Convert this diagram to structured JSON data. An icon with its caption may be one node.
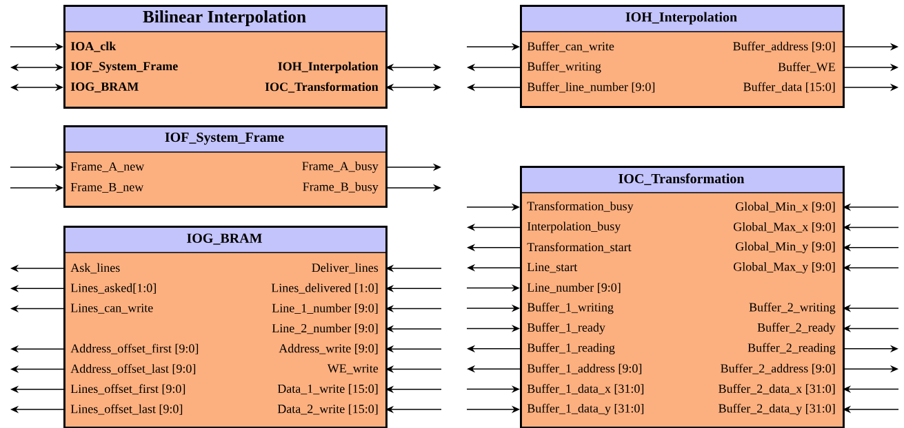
{
  "diagram": {
    "nodes": [
      {
        "text": [
          "Bilinear Interpolation"
        ]
      },
      {
        "text": [
          "IOA_clk"
        ],
        "in": 0
      },
      {
        "text": [
          "IOF_System_Frame"
        ],
        "in": 0
      },
      {
        "text": [
          "IOH_Interpolation"
        ],
        "in": 0
      },
      {
        "text": [
          "IOG_BRAM"
        ],
        "in": 0
      },
      {
        "text": [
          "IOC_Transformation"
        ],
        "in": 0
      },
      {
        "text": [
          "IOH_Interpolation"
        ]
      },
      {
        "text": [
          "Buffer_can_write"
        ],
        "in": 6
      },
      {
        "text": [
          "Buffer_address [9:0]"
        ],
        "in": 6
      },
      {
        "text": [
          "Buffer_writing"
        ],
        "in": 6
      },
      {
        "text": [
          "Buffer_WE"
        ],
        "in": 6
      },
      {
        "text": [
          "Buffer_line_number [9:0]"
        ],
        "in": 6
      },
      {
        "text": [
          "Buffer_data [15:0]"
        ],
        "in": 6
      },
      {
        "text": [
          "IOF_System_Frame"
        ]
      },
      {
        "text": [
          "Frame_A_new"
        ],
        "in": 13
      },
      {
        "text": [
          "Frame_A_busy"
        ],
        "in": 13
      },
      {
        "text": [
          "Frame_B_new"
        ],
        "in": 13
      },
      {
        "text": [
          "Frame_B_busy"
        ],
        "in": 13
      },
      {
        "text": [
          "IOC_Transformation"
        ]
      },
      {
        "text": [
          "Transformation_busy"
        ],
        "in": 18
      },
      {
        "text": [
          "Global_Min_x [9:0]"
        ],
        "in": 18
      },
      {
        "text": [
          "Interpolation_busy"
        ],
        "in": 18
      },
      {
        "text": [
          "Global_Max_x [9:0]"
        ],
        "in": 18
      },
      {
        "text": [
          "Transformation_start"
        ],
        "in": 18
      },
      {
        "text": [
          "Global_Min_y [9:0]"
        ],
        "in": 18
      },
      {
        "text": [
          "Line_start"
        ],
        "in": 18
      },
      {
        "text": [
          "Global_Max_y [9:0]"
        ],
        "in": 18
      },
      {
        "text": [
          "Line_number [9:0]"
        ],
        "in": 18
      },
      {
        "text": [
          "Buffer_1_writing"
        ],
        "in": 18
      },
      {
        "text": [
          "Buffer_2_writing"
        ],
        "in": 18
      },
      {
        "text": [
          "Buffer_1_ready"
        ],
        "in": 18
      },
      {
        "text": [
          "Buffer_2_ready"
        ],
        "in": 18
      },
      {
        "text": [
          "Buffer_1_reading"
        ],
        "in": 18
      },
      {
        "text": [
          "Buffer_2_reading"
        ],
        "in": 18
      },
      {
        "text": [
          "Buffer_1_address [9:0]"
        ],
        "in": 18
      },
      {
        "text": [
          "Buffer_2_address [9:0]"
        ],
        "in": 18
      },
      {
        "text": [
          "Buffer_1_data_x [31:0]"
        ],
        "in": 18
      },
      {
        "text": [
          "Buffer_2_data_x [31:0]"
        ],
        "in": 18
      },
      {
        "text": [
          "Buffer_1_data_y [31:0]"
        ],
        "in": 18
      },
      {
        "text": [
          "Buffer_2_data_y [31:0]"
        ],
        "in": 18
      },
      {
        "text": [
          "IOG_BRAM"
        ]
      },
      {
        "text": [
          "Ask_lines"
        ],
        "in": 40
      },
      {
        "text": [
          "Deliver_lines"
        ],
        "in": 40
      },
      {
        "text": [
          "Lines_asked[1:0]"
        ],
        "in": 40
      },
      {
        "text": [
          "Lines_delivered [1:0]"
        ],
        "in": 40
      },
      {
        "text": [
          "Lines_can_write"
        ],
        "in": 40
      },
      {
        "text": [
          "Line_1_number [9:0]"
        ],
        "in": 40
      },
      {
        "text": [
          "Line_2_number [9:0]"
        ],
        "in": 40
      },
      {
        "text": [
          "Address_offset_first [9:0]"
        ],
        "in": 40
      },
      {
        "text": [
          "Address_write [9:0]"
        ],
        "in": 40
      },
      {
        "text": [
          "Address_offset_last [9:0]"
        ],
        "in": 40
      },
      {
        "text": [
          "WE_write"
        ],
        "in": 40
      },
      {
        "text": [
          "Lines_offset_first [9:0]"
        ],
        "in": 40
      },
      {
        "text": [
          "Data_1_write [15:0]"
        ],
        "in": 40
      },
      {
        "text": [
          "Lines_offset_last [9:0]"
        ],
        "in": 40
      },
      {
        "text": [
          "Data_2_write [15:0]"
        ],
        "in": 40
      }
    ],
    "edges": [
      {
        "from": null,
        "to": 1,
        "arrow": "to"
      },
      {
        "from": null,
        "to": 2,
        "arrow": "both"
      },
      {
        "from": null,
        "to": 3,
        "arrow": "both"
      },
      {
        "from": null,
        "to": 4,
        "arrow": "both"
      },
      {
        "from": null,
        "to": 5,
        "arrow": "both"
      },
      {
        "from": null,
        "to": 7,
        "arrow": "to"
      },
      {
        "from": 8,
        "to": null,
        "arrow": "to"
      },
      {
        "from": 9,
        "to": null,
        "arrow": "to"
      },
      {
        "from": 10,
        "to": null,
        "arrow": "to"
      },
      {
        "from": 11,
        "to": null,
        "arrow": "to"
      },
      {
        "from": 12,
        "to": null,
        "arrow": "to"
      },
      {
        "from": null,
        "to": 14,
        "arrow": "to"
      },
      {
        "from": 15,
        "to": null,
        "arrow": "to"
      },
      {
        "from": null,
        "to": 16,
        "arrow": "to"
      },
      {
        "from": 17,
        "to": null,
        "arrow": "to"
      },
      {
        "from": null,
        "to": 19,
        "arrow": "to"
      },
      {
        "from": null,
        "to": 20,
        "arrow": "to"
      },
      {
        "from": 21,
        "to": null,
        "arrow": "to"
      },
      {
        "from": null,
        "to": 22,
        "arrow": "to"
      },
      {
        "from": 23,
        "to": null,
        "arrow": "to"
      },
      {
        "from": null,
        "to": 24,
        "arrow": "to"
      },
      {
        "from": 25,
        "to": null,
        "arrow": "to"
      },
      {
        "from": null,
        "to": 26,
        "arrow": "to"
      },
      {
        "from": null,
        "to": 27,
        "arrow": "to"
      },
      {
        "from": null,
        "to": 28,
        "arrow": "to"
      },
      {
        "from": null,
        "to": 29,
        "arrow": "to"
      },
      {
        "from": null,
        "to": 30,
        "arrow": "to"
      },
      {
        "from": null,
        "to": 31,
        "arrow": "to"
      },
      {
        "from": 32,
        "to": null,
        "arrow": "to"
      },
      {
        "from": 33,
        "to": null,
        "arrow": "to"
      },
      {
        "from": 34,
        "to": null,
        "arrow": "to"
      },
      {
        "from": 35,
        "to": null,
        "arrow": "to"
      },
      {
        "from": null,
        "to": 36,
        "arrow": "to"
      },
      {
        "from": null,
        "to": 37,
        "arrow": "to"
      },
      {
        "from": null,
        "to": 38,
        "arrow": "to"
      },
      {
        "from": null,
        "to": 39,
        "arrow": "to"
      },
      {
        "from": 41,
        "to": null,
        "arrow": "to"
      },
      {
        "from": null,
        "to": 42,
        "arrow": "to"
      },
      {
        "from": 43,
        "to": null,
        "arrow": "to"
      },
      {
        "from": null,
        "to": 44,
        "arrow": "to"
      },
      {
        "from": 45,
        "to": null,
        "arrow": "to"
      },
      {
        "from": null,
        "to": 46,
        "arrow": "to"
      },
      {
        "from": null,
        "to": 47,
        "arrow": "to"
      },
      {
        "from": 48,
        "to": null,
        "arrow": "to"
      },
      {
        "from": null,
        "to": 49,
        "arrow": "to"
      },
      {
        "from": 50,
        "to": null,
        "arrow": "to"
      },
      {
        "from": null,
        "to": 51,
        "arrow": "to"
      },
      {
        "from": 52,
        "to": null,
        "arrow": "to"
      },
      {
        "from": null,
        "to": 53,
        "arrow": "to"
      },
      {
        "from": 54,
        "to": null,
        "arrow": "to"
      },
      {
        "from": null,
        "to": 55,
        "arrow": "to"
      }
    ]
  }
}
